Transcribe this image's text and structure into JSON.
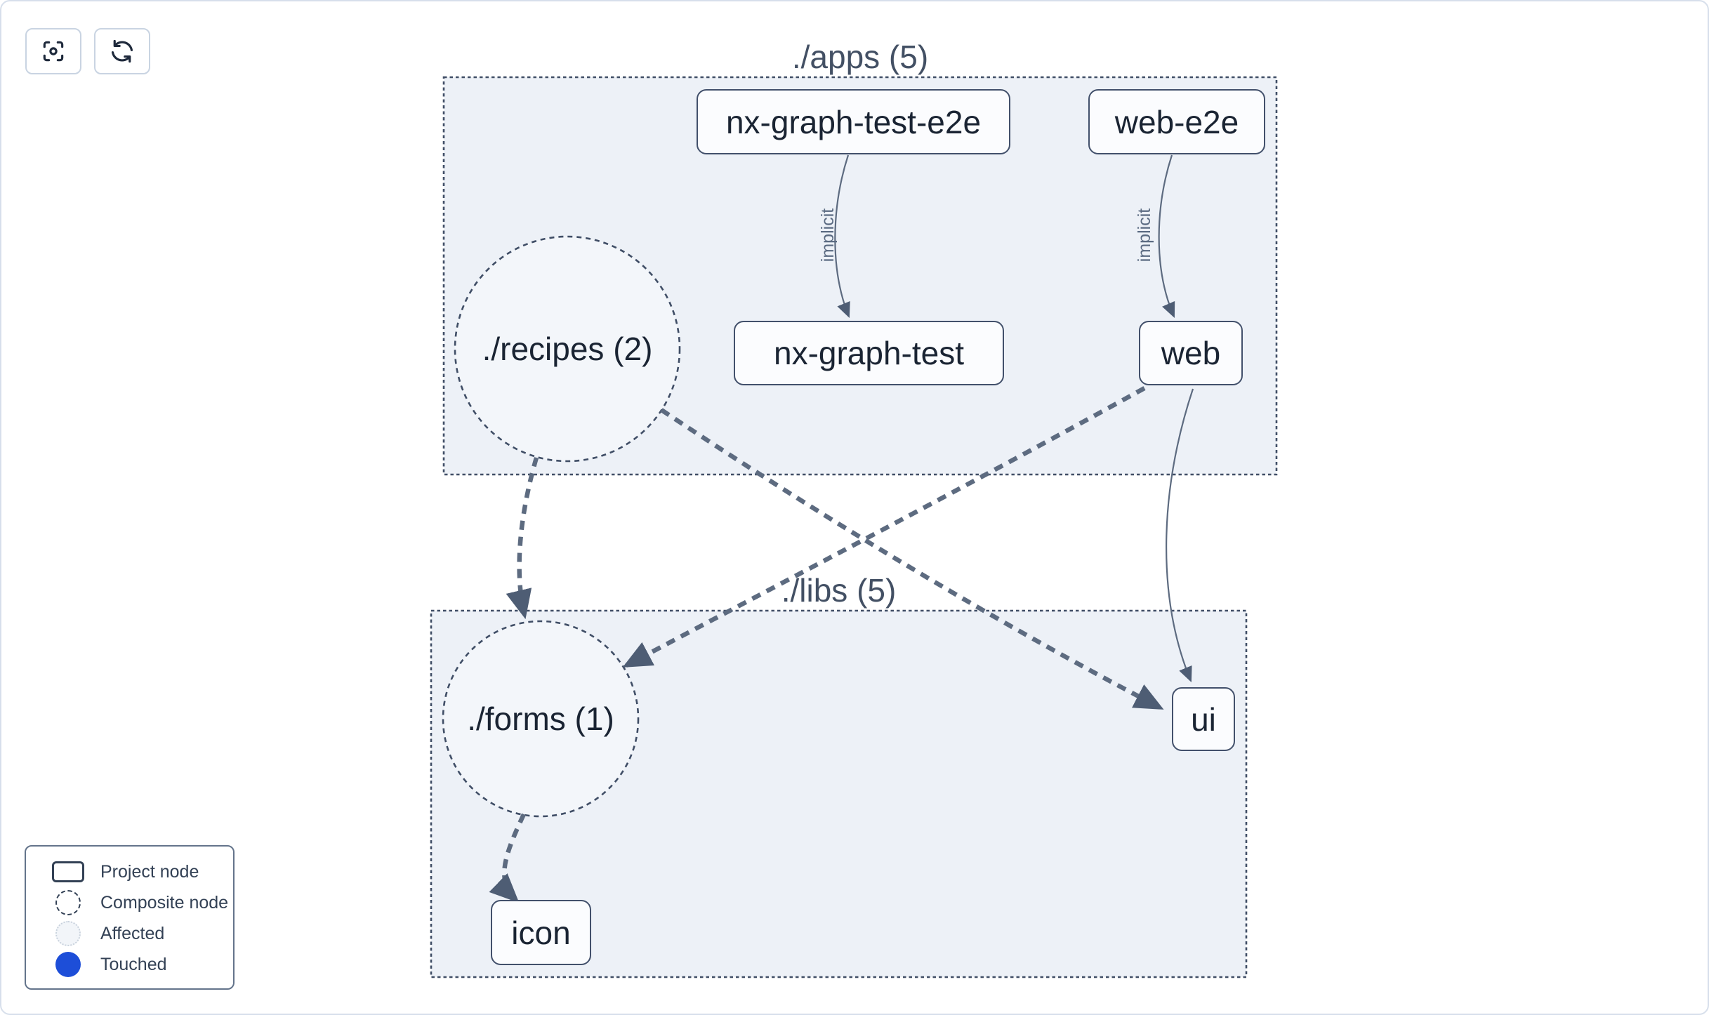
{
  "toolbar": {
    "buttons": [
      {
        "name": "focus",
        "icon": "scan-focus-icon"
      },
      {
        "name": "refresh",
        "icon": "refresh-icon"
      }
    ]
  },
  "graph": {
    "groups": [
      {
        "id": "apps",
        "label": "./apps (5)"
      },
      {
        "id": "libs",
        "label": "./libs (5)"
      }
    ],
    "nodes": [
      {
        "id": "nx-graph-test-e2e",
        "label": "nx-graph-test-e2e",
        "type": "project",
        "group": "apps"
      },
      {
        "id": "web-e2e",
        "label": "web-e2e",
        "type": "project",
        "group": "apps"
      },
      {
        "id": "recipes",
        "label": "./recipes (2)",
        "type": "composite",
        "group": "apps"
      },
      {
        "id": "nx-graph-test",
        "label": "nx-graph-test",
        "type": "project",
        "group": "apps"
      },
      {
        "id": "web",
        "label": "web",
        "type": "project",
        "group": "apps"
      },
      {
        "id": "forms",
        "label": "./forms (1)",
        "type": "composite",
        "group": "libs"
      },
      {
        "id": "ui",
        "label": "ui",
        "type": "project",
        "group": "libs"
      },
      {
        "id": "icon",
        "label": "icon",
        "type": "project",
        "group": "libs"
      }
    ],
    "edges": [
      {
        "from": "nx-graph-test-e2e",
        "to": "nx-graph-test",
        "label": "implicit",
        "style": "solid-thin"
      },
      {
        "from": "web-e2e",
        "to": "web",
        "label": "implicit",
        "style": "solid-thin"
      },
      {
        "from": "web",
        "to": "ui",
        "label": "",
        "style": "solid-thin"
      },
      {
        "from": "recipes",
        "to": "forms",
        "label": "",
        "style": "dashed-thick"
      },
      {
        "from": "recipes",
        "to": "ui",
        "label": "",
        "style": "dashed-thick"
      },
      {
        "from": "web",
        "to": "forms",
        "label": "",
        "style": "dashed-thick"
      },
      {
        "from": "forms",
        "to": "icon",
        "label": "",
        "style": "dashed-thick"
      }
    ]
  },
  "legend": {
    "items": [
      {
        "label": "Project node",
        "swatch": "project-rect-outline"
      },
      {
        "label": "Composite node",
        "swatch": "dashed-circle-outline"
      },
      {
        "label": "Affected",
        "swatch": "light-dotted-circle"
      },
      {
        "label": "Touched",
        "swatch": "blue-filled-circle"
      }
    ]
  },
  "colors": {
    "touched_blue": "#1d4ed8",
    "edge": "#5d6b80",
    "arrowhead": "#4e5d74",
    "group_background": "#edf1f7",
    "composite_fill": "#f3f6fa",
    "node_fill": "#fbfcfe",
    "node_border": "#42506b",
    "canvas_border": "#d7dfeb"
  }
}
